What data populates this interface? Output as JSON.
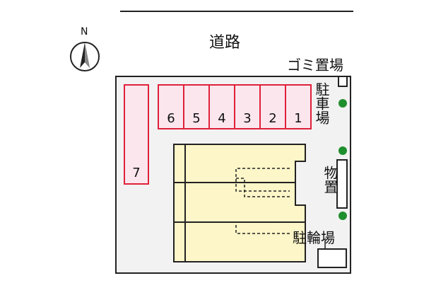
{
  "road_label": "道路",
  "compass_label": "N",
  "labels": {
    "garbage": "ゴミ置場",
    "parking": "駐車場",
    "storage": "物置",
    "bicycle": "駐輪場"
  },
  "parking_spots": [
    "6",
    "5",
    "4",
    "3",
    "2",
    "1"
  ],
  "parking_spot_7": "7",
  "colors": {
    "parking_fill": "#fbe6ee",
    "parking_stroke": "#e0203a",
    "building_fill": "#fdf6c8",
    "tree": "#1f8f2e",
    "lot_fill": "#f2f2f2",
    "line": "#222222"
  }
}
